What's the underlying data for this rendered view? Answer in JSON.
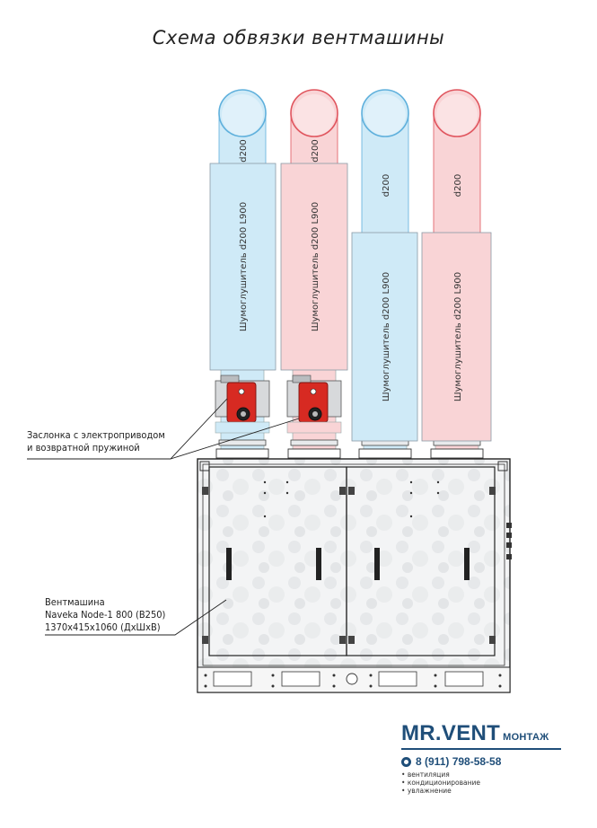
{
  "title": "Схема обвязки вентмашины",
  "colors": {
    "supply_pipe": "#cfeaf7",
    "supply_stroke": "#5fb0dc",
    "exhaust_pipe": "#f9d4d6",
    "exhaust_stroke": "#e0555e",
    "damper_actuator": "#d72a22",
    "brand": "#1f4e79"
  },
  "ducts": [
    {
      "pipe_label": "d200",
      "silencer_label": "Шумоглушитель  d200  L900",
      "type": "supply",
      "has_damper": true
    },
    {
      "pipe_label": "d200",
      "silencer_label": "Шумоглушитель  d200  L900",
      "type": "exhaust",
      "has_damper": true
    },
    {
      "pipe_label": "d200",
      "silencer_label": "Шумоглушитель  d200  L900",
      "type": "supply",
      "has_damper": false
    },
    {
      "pipe_label": "d200",
      "silencer_label": "Шумоглушитель  d200  L900",
      "type": "exhaust",
      "has_damper": false
    }
  ],
  "callouts": {
    "damper": [
      "Заслонка с электроприводом",
      "и возвратной пружиной"
    ],
    "unit": [
      "Вентмашина",
      "Naveka Node-1 800 (B250)",
      "1370x415x1060 (ДхШхВ)"
    ]
  },
  "logo": {
    "brand": "MR.VENT",
    "suffix": "МОНТАЖ",
    "phone": "8 (911) 798-58-58",
    "services": [
      "вентиляция",
      "кондиционирование",
      "увлажнение"
    ]
  }
}
